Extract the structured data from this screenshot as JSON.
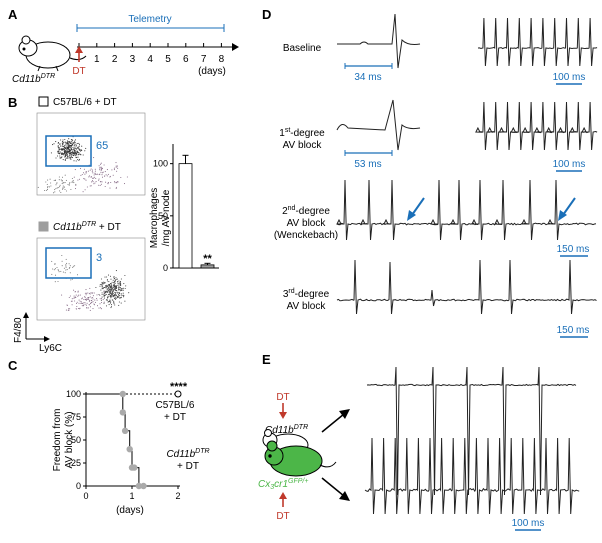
{
  "panels": {
    "A": "A",
    "B": "B",
    "C": "C",
    "D": "D",
    "E": "E"
  },
  "panel_a": {
    "telemetry": "Telemetry",
    "mouse_label": "Cd11b",
    "mouse_sup": "DTR",
    "dt": "DT",
    "days_label": "(days)",
    "ticks": [
      "1",
      "2",
      "3",
      "4",
      "5",
      "6",
      "7",
      "8"
    ]
  },
  "panel_b": {
    "legend1": "C57BL/6 + DT",
    "legend2_italic": "Cd11b",
    "legend2_sup": "DTR",
    "legend2_rest": " + DT",
    "gate1_value": "65",
    "gate2_value": "3",
    "y_axis": "F4/80",
    "x_axis": "Ly6C",
    "bar_ylabel1": "Macrophages",
    "bar_ylabel2": "/mg AV node",
    "bar_ticks": [
      "0",
      "50",
      "100"
    ],
    "significance": "**",
    "bar_color_1": "#ffffff",
    "bar_color_2": "#9e9e9e"
  },
  "chart_data": {
    "type": "bar",
    "categories": [
      "C57BL/6 + DT",
      "Cd11bDTR + DT"
    ],
    "values": [
      100,
      3
    ],
    "ylabel": "Macrophages /mg AV node",
    "ylim": [
      0,
      115
    ]
  },
  "panel_c": {
    "ylabel1": "Freedom from",
    "ylabel2": "AV block (%)",
    "xlabel": "(days)",
    "yticks": [
      "0",
      "25",
      "50",
      "75",
      "100"
    ],
    "xticks": [
      "0",
      "1",
      "2"
    ],
    "significance": "****",
    "series1_a": "C57BL/6",
    "series1_b": "+ DT",
    "series2_italic": "Cd11b",
    "series2_sup": "DTR",
    "series2_b": "+ DT",
    "km_points": [
      [
        0.8,
        80
      ],
      [
        0.8,
        100
      ],
      [
        0.85,
        60
      ],
      [
        0.95,
        40
      ],
      [
        1.0,
        20
      ],
      [
        1.05,
        20
      ],
      [
        1.15,
        0
      ],
      [
        1.25,
        0
      ],
      [
        2.0,
        100
      ]
    ]
  },
  "panel_d": {
    "row1": "Baseline",
    "row2_pre": "1",
    "row2_sup": "st",
    "row2_post": "-degree",
    "row2_line2": "AV block",
    "row3_pre": "2",
    "row3_sup": "nd",
    "row3_post": "-degree",
    "row3_line2": "AV block",
    "row3_line3": "(Wenckebach)",
    "row4_pre": "3",
    "row4_sup": "rd",
    "row4_post": "-degree",
    "row4_line2": "AV block",
    "scale1": "34 ms",
    "scale2": "100 ms",
    "scale3": "53 ms",
    "scale4": "100 ms",
    "scale5": "150 ms",
    "scale6": "150 ms",
    "accent": "#1a6fb8"
  },
  "panel_e": {
    "dt_top": "DT",
    "dt_bottom": "DT",
    "mouse1_italic": "Cd11b",
    "mouse1_sup": "DTR",
    "mouse2_italic": "Cx",
    "mouse2_sub": "3",
    "mouse2_rest": "cr1",
    "mouse2_sup": "GFP/+",
    "scale": "100 ms",
    "green": "#4cb648"
  }
}
